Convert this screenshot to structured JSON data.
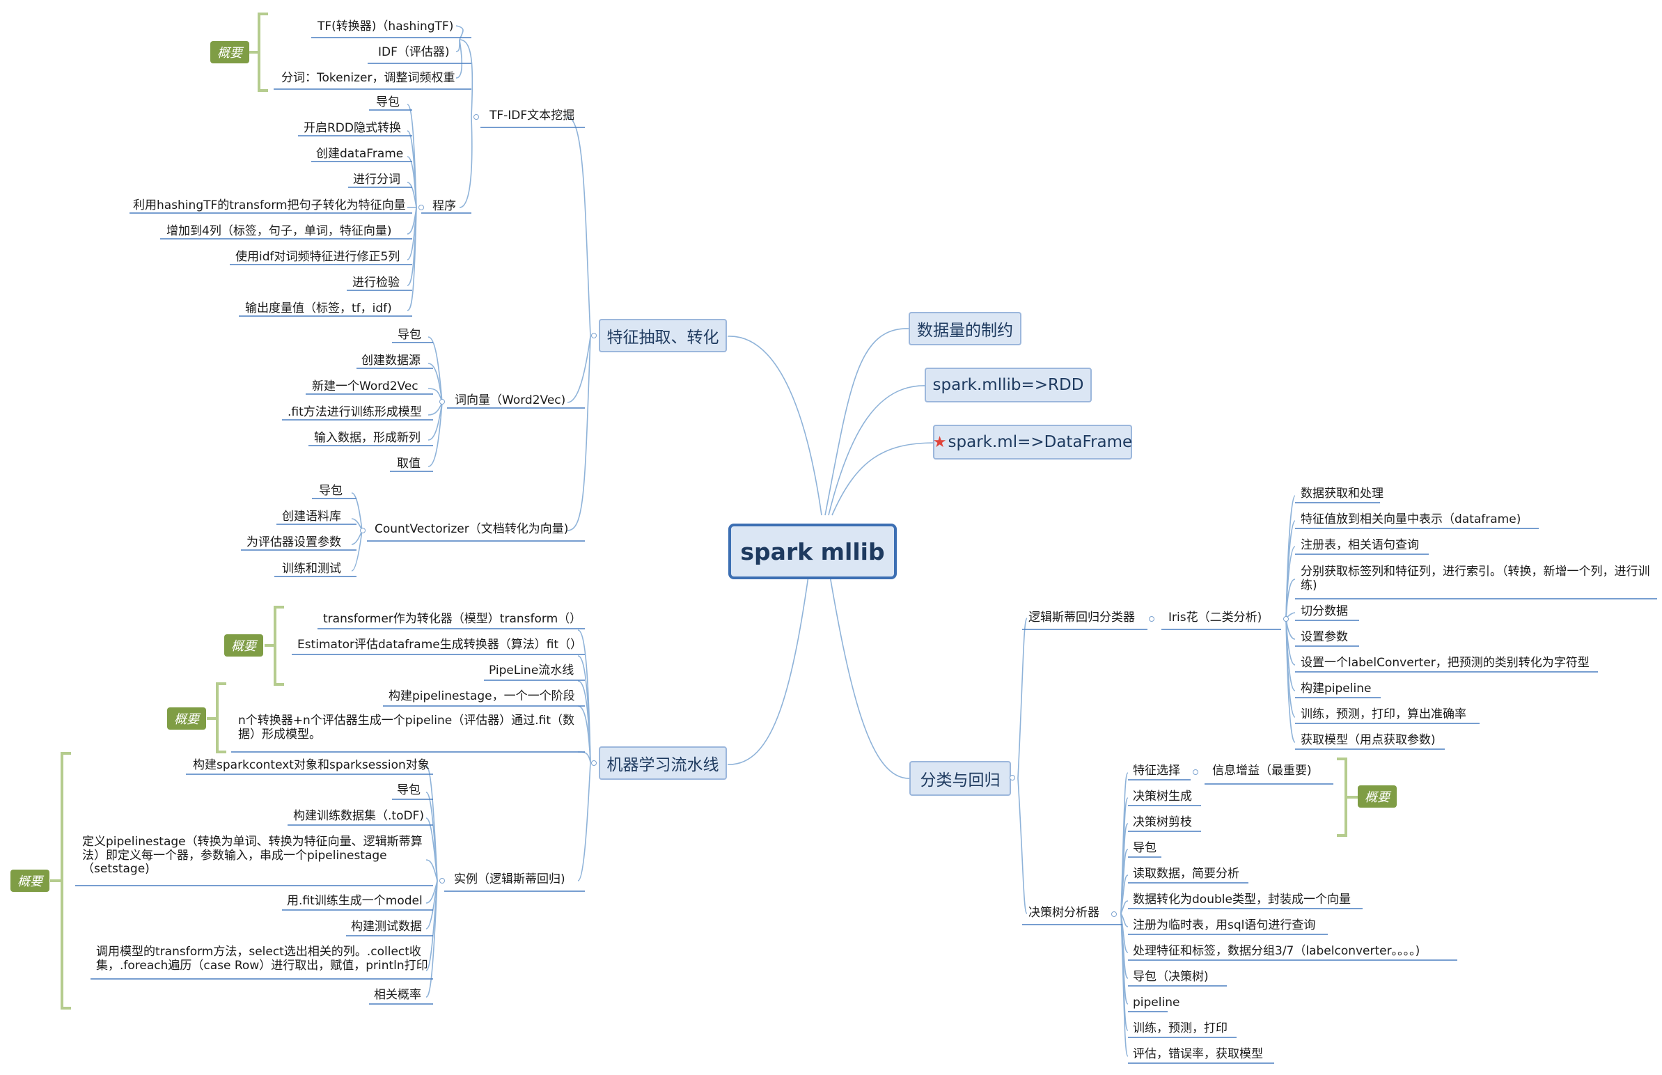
{
  "central": "spark mllib",
  "right_topics": {
    "data_limit": "数据量的制约",
    "mllib_rdd": "spark.mllib=>RDD",
    "ml_df": "spark.ml=>DataFrame",
    "classify": "分类与回归"
  },
  "feature": {
    "label": "特征抽取、转化",
    "tfidf": {
      "label": "TF-IDF文本挖掘",
      "overview": [
        "TF(转换器)（hashingTF)",
        "IDF（评估器)",
        "分词：Tokenizer，调整词频权重"
      ],
      "program_label": "程序",
      "program": [
        "导包",
        "开启RDD隐式转换",
        "创建dataFrame",
        "进行分词",
        "利用hashingTF的transform把句子转化为特征向量",
        "增加到4列（标签，句子，单词，特征向量)",
        "使用idf对词频特征进行修正5列",
        "进行检验",
        "输出度量值（标签，tf，idf)"
      ]
    },
    "word2vec": {
      "label": "词向量（Word2Vec)",
      "items": [
        "导包",
        "创建数据源",
        "新建一个Word2Vec",
        ".fit方法进行训练形成模型",
        "输入数据，形成新列",
        "取值"
      ]
    },
    "countvec": {
      "label": "CountVectorizer（文档转化为向量)",
      "items": [
        "导包",
        "创建语料库",
        "为评估器设置参数",
        "训练和测试"
      ]
    }
  },
  "pipeline": {
    "label": "机器学习流水线",
    "items": [
      "transformer作为转化器（模型）transform（）",
      "Estimator评估dataframe生成转换器（算法）fit（）",
      "PipeLine流水线",
      "构建pipelinestage，一个一个阶段",
      "n个转换器+n个评估器生成一个pipeline（评估器）通过.fit（数据）形成模型。"
    ],
    "example": {
      "label": "实例（逻辑斯蒂回归)",
      "items": [
        "构建sparkcontext对象和sparksession对象",
        "导包",
        "构建训练数据集（.toDF)",
        "定义pipelinestage（转换为单词、转换为特征向量、逻辑斯蒂算法）即定义每一个器，参数输入，串成一个pipelinestage（setstage)",
        "用.fit训练生成一个model",
        "构建测试数据",
        "调用模型的transform方法，select选出相关的列。.collect收集，.foreach遍历（case Row）进行取出，赋值，println打印",
        "相关概率"
      ]
    }
  },
  "logistic": {
    "label": "逻辑斯蒂回归分类器",
    "iris_label": "Iris花（二类分析)",
    "items": [
      "数据获取和处理",
      "特征值放到相关向量中表示（dataframe)",
      "注册表，相关语句查询",
      "分别获取标签列和特征列，进行索引。（转换，新增一个列，进行训练)",
      "切分数据",
      "设置参数",
      "设置一个labelConverter，把预测的类别转化为字符型",
      "构建pipeline",
      "训练，预测，打印，算出准确率",
      "获取模型（用点获取参数)"
    ]
  },
  "tree": {
    "label": "决策树分析器",
    "feature_select": "特征选择",
    "info_gain": "信息增益（最重要)",
    "items": [
      "决策树生成",
      "决策树剪枝",
      "导包",
      "读取数据，简要分析",
      "数据转化为double类型，封装成一个向量",
      "注册为临时表，用sql语句进行查询",
      "处理特征和标签，数据分组3/7（labelconverter。。。。)",
      "导包（决策树)",
      "pipeline",
      "训练，预测，打印",
      "评估，错误率，获取模型"
    ]
  },
  "summary_label": "概要",
  "colors": {
    "branch": "#8fb3d9",
    "underline": "#4a7fc1",
    "topic_fill": "#dbe6f4",
    "topic_border": "#9cb7dc",
    "central_border": "#3c6fb3",
    "summary_fill": "#7f9d45",
    "bracket": "#b5cc8e",
    "star": "#e0443a"
  },
  "icons": [
    "star-icon",
    "collapse-toggle-icon"
  ]
}
